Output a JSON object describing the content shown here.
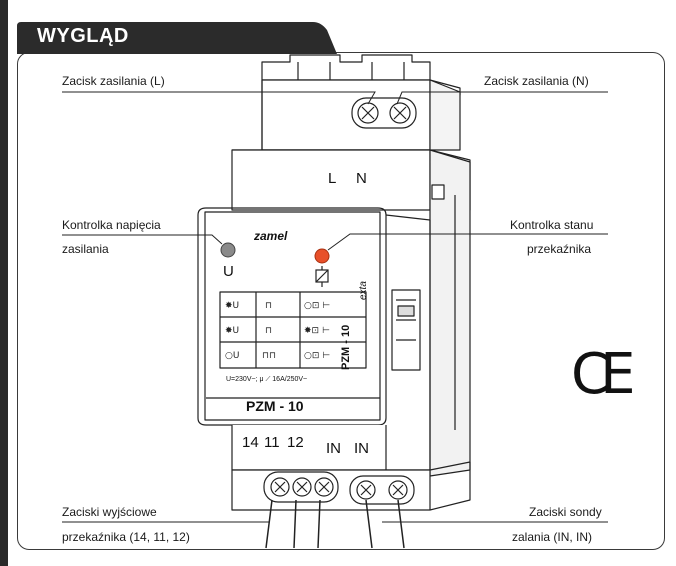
{
  "header": {
    "title": "WYGLĄD"
  },
  "callouts": {
    "supply_l": "Zacisk zasilania (L)",
    "supply_n": "Zacisk zasilania (N)",
    "power_led_line1": "Kontrolka  napięcia",
    "power_led_line2": "zasilania",
    "relay_led_line1": "Kontrolka stanu",
    "relay_led_line2": "przekaźnika",
    "output_line1": "Zaciski wyjściowe",
    "output_line2": "przekaźnika (14, 11, 12)",
    "probe_line1": "Zaciski sondy",
    "probe_line2": "zalania (IN, IN)"
  },
  "device": {
    "top_label_l": "L",
    "top_label_n": "N",
    "brand": "zamel",
    "led_left_symbol": "U",
    "model": "PZM - 10",
    "spec_text": "U=230V~; μ ⟋ 16A/250V~",
    "bottom_terminals": [
      "14",
      "11",
      "12"
    ],
    "bottom_inputs": [
      "IN",
      "IN"
    ],
    "side_label": "PZM - 10",
    "side_brand": "exta"
  },
  "mark": {
    "ce": "CE"
  },
  "colors": {
    "header_bg": "#2b2b2b",
    "led_power": "#8a8a8a",
    "led_relay": "#e8502a",
    "frame": "#3a3a3a"
  }
}
